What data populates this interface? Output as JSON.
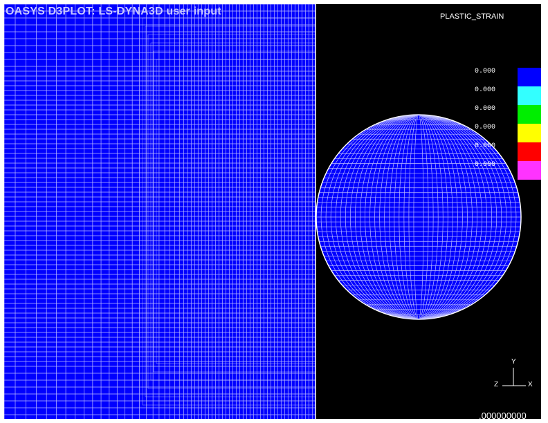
{
  "window": {
    "title": "OASYS D3PLOT: LS-DYNA3D user input"
  },
  "plot": {
    "contour_variable": "PLASTIC_STRAIN",
    "time_value": ".000000000",
    "background_color": "#000000",
    "mesh_fill_color": "#0000ff",
    "mesh_line_color": "#dcdcff"
  },
  "legend": {
    "levels": [
      {
        "label": "0.000",
        "color": "#0000ff"
      },
      {
        "label": "0.000",
        "color": "#33ffff"
      },
      {
        "label": "0.000",
        "color": "#00ee00"
      },
      {
        "label": "0.000",
        "color": "#ffff00"
      },
      {
        "label": "0.000",
        "color": "#ff0000"
      },
      {
        "label": "0.000",
        "color": "#ff33ff"
      }
    ]
  },
  "axes": {
    "y_label": "Y",
    "z_label": "Z",
    "x_label": "X"
  },
  "icons": {
    "triad": "axis-triad-icon"
  }
}
